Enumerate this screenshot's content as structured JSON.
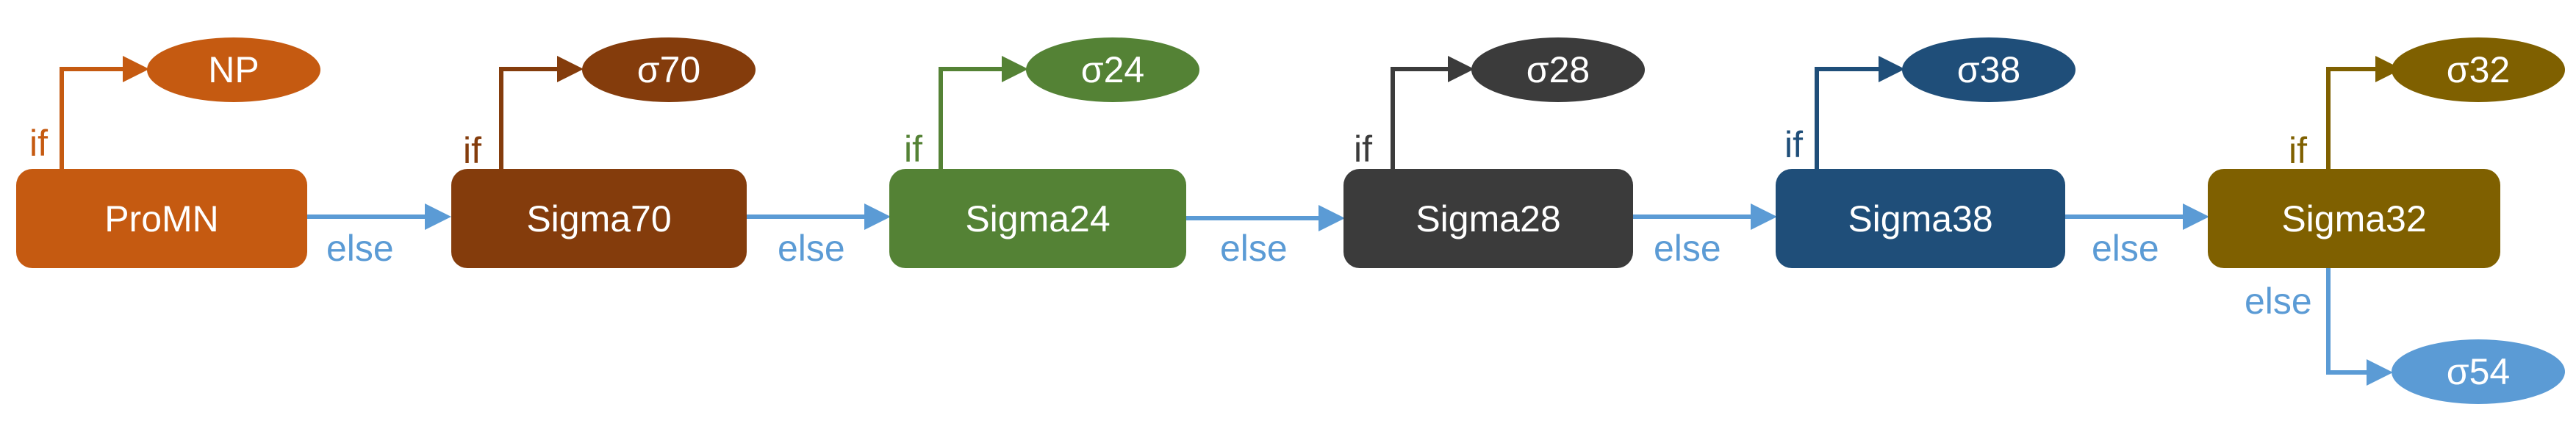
{
  "colors": {
    "promn": "#c55a11",
    "sigma70": "#843c0c",
    "sigma24": "#548235",
    "sigma28": "#3b3b3b",
    "sigma38": "#1f4e79",
    "sigma32": "#7f6000",
    "sigma54": "#5b9bd5",
    "else_arrow": "#5b9bd5"
  },
  "nodes": {
    "promn": "ProMN",
    "sigma70": "Sigma70",
    "sigma24": "Sigma24",
    "sigma28": "Sigma28",
    "sigma38": "Sigma38",
    "sigma32": "Sigma32"
  },
  "outcomes": {
    "np": "NP",
    "s70": "σ70",
    "s24": "σ24",
    "s28": "σ28",
    "s38": "σ38",
    "s32": "σ32",
    "s54": "σ54"
  },
  "edge_labels": {
    "if": "if",
    "else": "else"
  }
}
